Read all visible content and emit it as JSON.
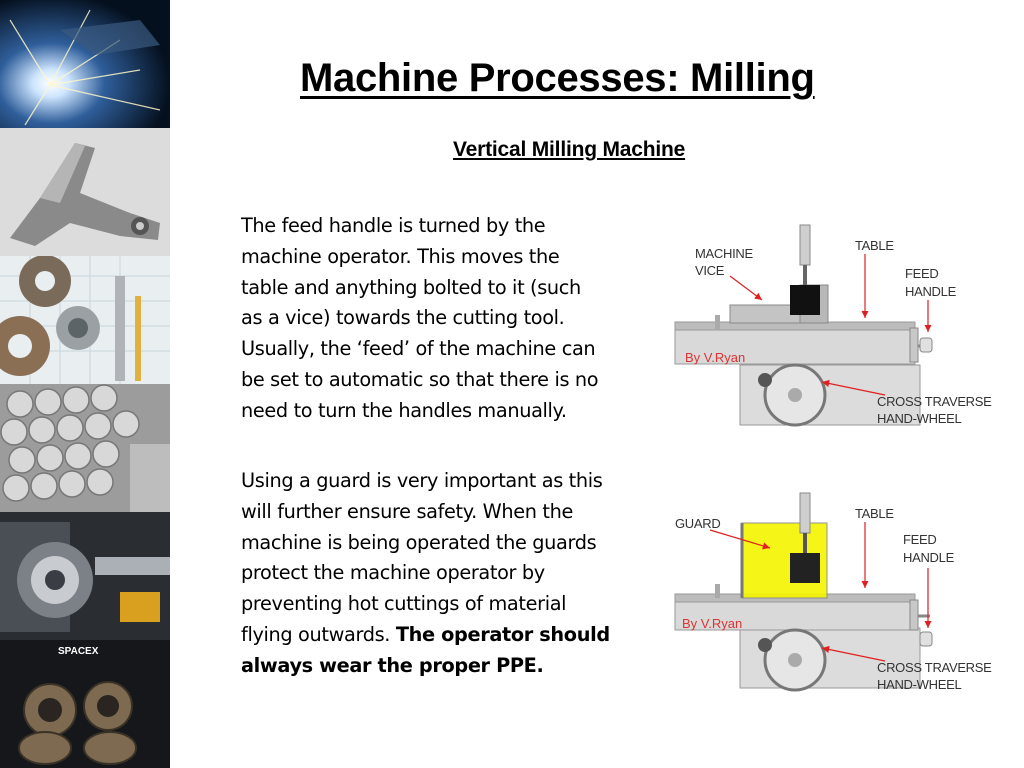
{
  "slide": {
    "title": "Machine Processes: Milling",
    "subtitle": "Vertical Milling Machine"
  },
  "paragraph1": {
    "lines": [
      "The feed handle is turned by the",
      "machine operator. This moves the",
      "table and anything bolted to it (such",
      "as a vice) towards the cutting tool.",
      "Usually, the ‘feed’ of the machine can",
      "be set to automatic so that there is no",
      "need to turn the handles manually."
    ]
  },
  "paragraph2": {
    "lines": [
      "Using a guard is very important as this",
      "will further ensure safety. When the",
      "machine is being operated the guards",
      "protect the machine operator by",
      "preventing hot cuttings of material"
    ],
    "line6_normal": "flying outwards. ",
    "line6_bold": "The operator should",
    "line7_bold": "always wear the proper PPE."
  },
  "diagram1": {
    "label_vice_1": "MACHINE",
    "label_vice_2": "VICE",
    "label_table": "TABLE",
    "label_feed_1": "FEED",
    "label_feed_2": "HANDLE",
    "label_cross_1": "CROSS TRAVERSE",
    "label_cross_2": "HAND-WHEEL",
    "credit": "By V.Ryan"
  },
  "diagram2": {
    "label_guard": "GUARD",
    "label_table": "TABLE",
    "label_feed_1": "FEED",
    "label_feed_2": "HANDLE",
    "label_cross_1": "CROSS TRAVERSE",
    "label_cross_2": "HAND-WHEEL",
    "credit": "By V.Ryan"
  },
  "sidebar": {
    "spacex_logo_text": "SPACEX"
  },
  "colors": {
    "guard_yellow": "#f5f500",
    "arrow_red": "#e02020",
    "machine_grey": "#d9d9d9"
  }
}
